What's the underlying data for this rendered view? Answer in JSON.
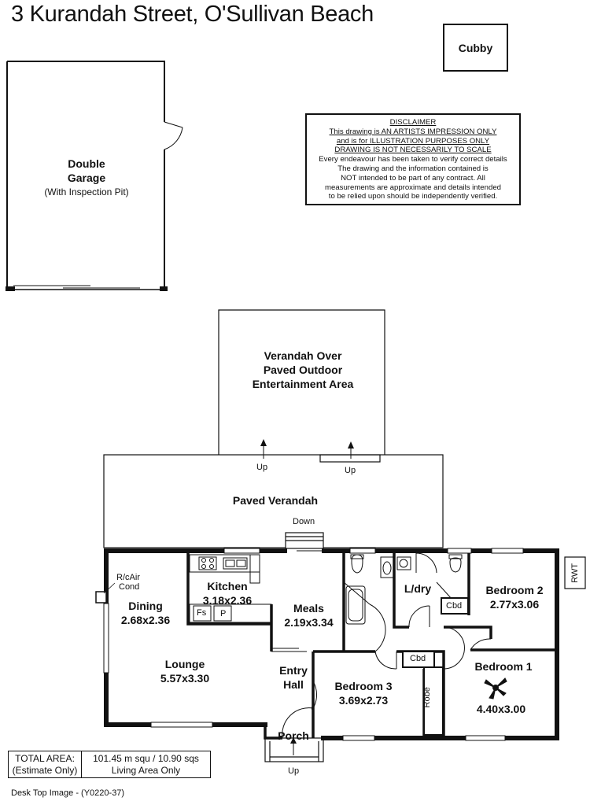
{
  "title": "3 Kurandah Street, O'Sullivan Beach",
  "cubby": "Cubby",
  "disclaimer": {
    "heading": "DISCLAIMER",
    "underlined": [
      "This drawing is AN ARTISTS IMPRESSION ONLY",
      "and is for ILLUSTRATION PURPOSES ONLY",
      "DRAWING IS NOT NECESSARILY TO SCALE"
    ],
    "plain": [
      "Every endeavour has been taken to verify correct details",
      "The drawing and the information contained is",
      "NOT intended to be part of any contract. All",
      "measurements are approximate and details intended",
      "to be relied upon should be independently verified."
    ]
  },
  "garage": {
    "line1": "Double",
    "line2": "Garage",
    "line3": "(With Inspection Pit)"
  },
  "verandah_over": {
    "line1": "Verandah Over",
    "line2": "Paved Outdoor",
    "line3": "Entertainment Area"
  },
  "paved_verandah": "Paved Verandah",
  "steps": {
    "up": "Up",
    "down": "Down"
  },
  "rooms": {
    "kitchen": {
      "name": "Kitchen",
      "size": "3.18x2.36"
    },
    "dining": {
      "name": "Dining",
      "size": "2.68x2.36"
    },
    "meals": {
      "name": "Meals",
      "size": "2.19x3.34"
    },
    "lounge": {
      "name": "Lounge",
      "size": "5.57x3.30"
    },
    "entry": {
      "line1": "Entry",
      "line2": "Hall"
    },
    "ldry": "L/dry",
    "bedroom2": {
      "name": "Bedroom 2",
      "size": "2.77x3.06"
    },
    "bedroom1": {
      "name": "Bedroom 1",
      "size": "4.40x3.00"
    },
    "bedroom3": {
      "name": "Bedroom 3",
      "size": "3.69x2.73"
    },
    "porch": "Porch"
  },
  "fixtures": {
    "rcair1": "R/cAir",
    "rcair2": "Cond",
    "fs": "Fs",
    "p": "P",
    "cbd": "Cbd",
    "robe": "Robe",
    "rwt": "RWT"
  },
  "area": {
    "label1": "TOTAL AREA:",
    "label2": "(Estimate Only)",
    "value1": "101.45 m squ /  10.90 sqs",
    "value2": "Living Area Only"
  },
  "footer": "Desk Top Image - (Y0220-37)"
}
